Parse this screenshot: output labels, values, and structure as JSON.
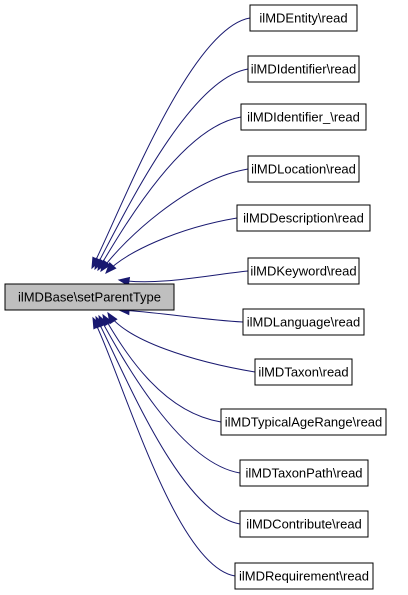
{
  "diagram": {
    "root": {
      "label": "ilMDBase\\setParentType"
    },
    "callers": [
      {
        "label": "ilMDEntity\\read"
      },
      {
        "label": "ilMDIdentifier\\read"
      },
      {
        "label": "ilMDIdentifier_\\read"
      },
      {
        "label": "ilMDLocation\\read"
      },
      {
        "label": "ilMDDescription\\read"
      },
      {
        "label": "ilMDKeyword\\read"
      },
      {
        "label": "ilMDLanguage\\read"
      },
      {
        "label": "ilMDTaxon\\read"
      },
      {
        "label": "ilMDTypicalAgeRange\\read"
      },
      {
        "label": "ilMDTaxonPath\\read"
      },
      {
        "label": "ilMDContribute\\read"
      },
      {
        "label": "ilMDRequirement\\read"
      }
    ],
    "colors": {
      "edge": "#191970",
      "root_fill": "#bfbfbf",
      "node_fill": "#ffffff",
      "border": "#000000"
    }
  }
}
